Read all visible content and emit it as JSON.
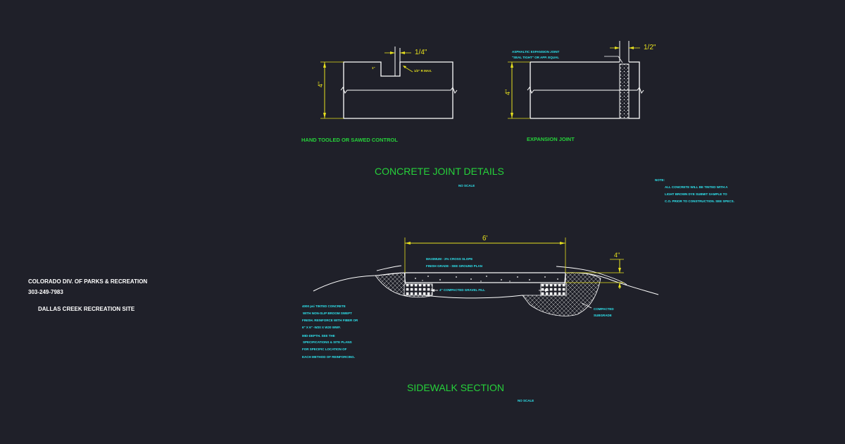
{
  "titles": {
    "joint_details": "CONCRETE JOINT DETAILS",
    "joint_scale": "NO SCALE",
    "sidewalk": "SIDEWALK SECTION",
    "sidewalk_scale": "NO SCALE"
  },
  "control_joint": {
    "caption": "HAND TOOLED OR SAWED CONTROL",
    "dim_width": "1/4\"",
    "dim_depth": "4\"",
    "note_depth": "1\"",
    "note_radius": "1/2\" R MAX."
  },
  "expansion_joint": {
    "caption": "EXPANSION JOINT",
    "dim_width": "1/2\"",
    "dim_depth": "4\"",
    "note_line1": "ASPHALTIC EXPANSION JOINT",
    "note_line2": "\"SEAL TIGHT\" OR APP. EQUAL"
  },
  "note": {
    "heading": "NOTE:",
    "lines": [
      "ALL CONCRETE WILL BE TINTED WITH A",
      "LIGHT BROWN DYE SUBMIT SAMPLE TO",
      "C.O. PRIOR TO CONSTRUCTION. SEE SPECS."
    ]
  },
  "sidewalk_section": {
    "dim_width": "6'",
    "dim_thickness": "4\"",
    "slope_note": "MAXIMUM - 2% CROSS SLOPE",
    "grade_note": "FINISH GRADE - SEE GROUND PLAN",
    "gravel_note": "4\" COMPACTED GRAVEL FILL",
    "subgrade_line1": "COMPACTED",
    "subgrade_line2": "SUBGRADE",
    "concrete_notes": [
      "4000 psi TINTED CONCRETE",
      "WITH NON-SLIP BROOM SWEPT",
      "FINISH. REINFORCE WITH FIBER OR",
      "6\" X 6\" -W20 X W20 WWF.",
      "MID-DEPTH. SEE THE",
      "SPECIFICATIONS & SITE PLANS",
      "FOR SPECIFIC LOCATION OF",
      "EACH METHOD OF REINFORCING."
    ]
  },
  "title_block": {
    "agency": "COLORADO DIV. OF PARKS & RECREATION",
    "phone": "303-249-7983",
    "site": "DALLAS CREEK RECREATION SITE"
  },
  "colors": {
    "background": "#1f2029",
    "title_green": "#26d13a",
    "note_cyan": "#2ee6f0",
    "dimension_yellow": "#e6e01e",
    "linework_white": "#ffffff"
  }
}
